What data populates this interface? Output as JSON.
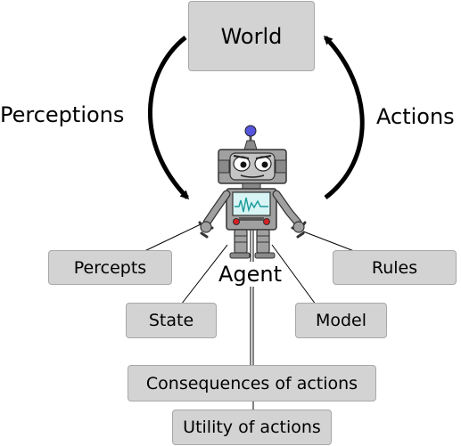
{
  "world": {
    "label": "World"
  },
  "cycle": {
    "left_label": "Perceptions",
    "right_label": "Actions"
  },
  "agent": {
    "label": "Agent",
    "components": [
      {
        "key": "percepts",
        "label": "Percepts"
      },
      {
        "key": "rules",
        "label": "Rules"
      },
      {
        "key": "state",
        "label": "State"
      },
      {
        "key": "model",
        "label": "Model"
      },
      {
        "key": "consequences",
        "label": "Consequences of actions"
      },
      {
        "key": "utility",
        "label": "Utility of actions"
      }
    ]
  },
  "colors": {
    "box_fill": "#d3d3d3",
    "box_border": "#a8a8a8",
    "robot_body": "#a0a0a0",
    "robot_antenna_ball": "#5555dd",
    "robot_screen": "#d8f4f4",
    "robot_screen_trace": "#1a9a9a",
    "robot_buttons": "#d42020"
  }
}
